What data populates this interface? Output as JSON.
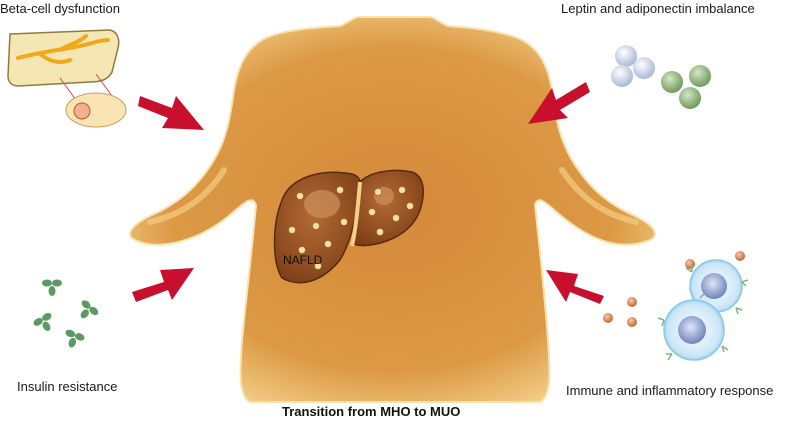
{
  "labels": {
    "beta_cell": "Beta-cell dysfunction",
    "leptin": "Leptin and adiponectin imbalance",
    "insulin": "Insulin resistance",
    "immune": "Immune and inflammatory response",
    "liver": "NAFLD"
  },
  "caption": "Transition from MHO to MUO",
  "colors": {
    "body_fill": "#d9913d",
    "body_edge": "#f5d08a",
    "liver": "#8a4a1f",
    "arrow": "#c8102e"
  },
  "icons": {
    "pancreas": "pancreas-icon",
    "adipokines": "adipokine-spheres-icon",
    "insulin": "insulin-receptor-icon",
    "immune": "immune-cell-icon"
  }
}
